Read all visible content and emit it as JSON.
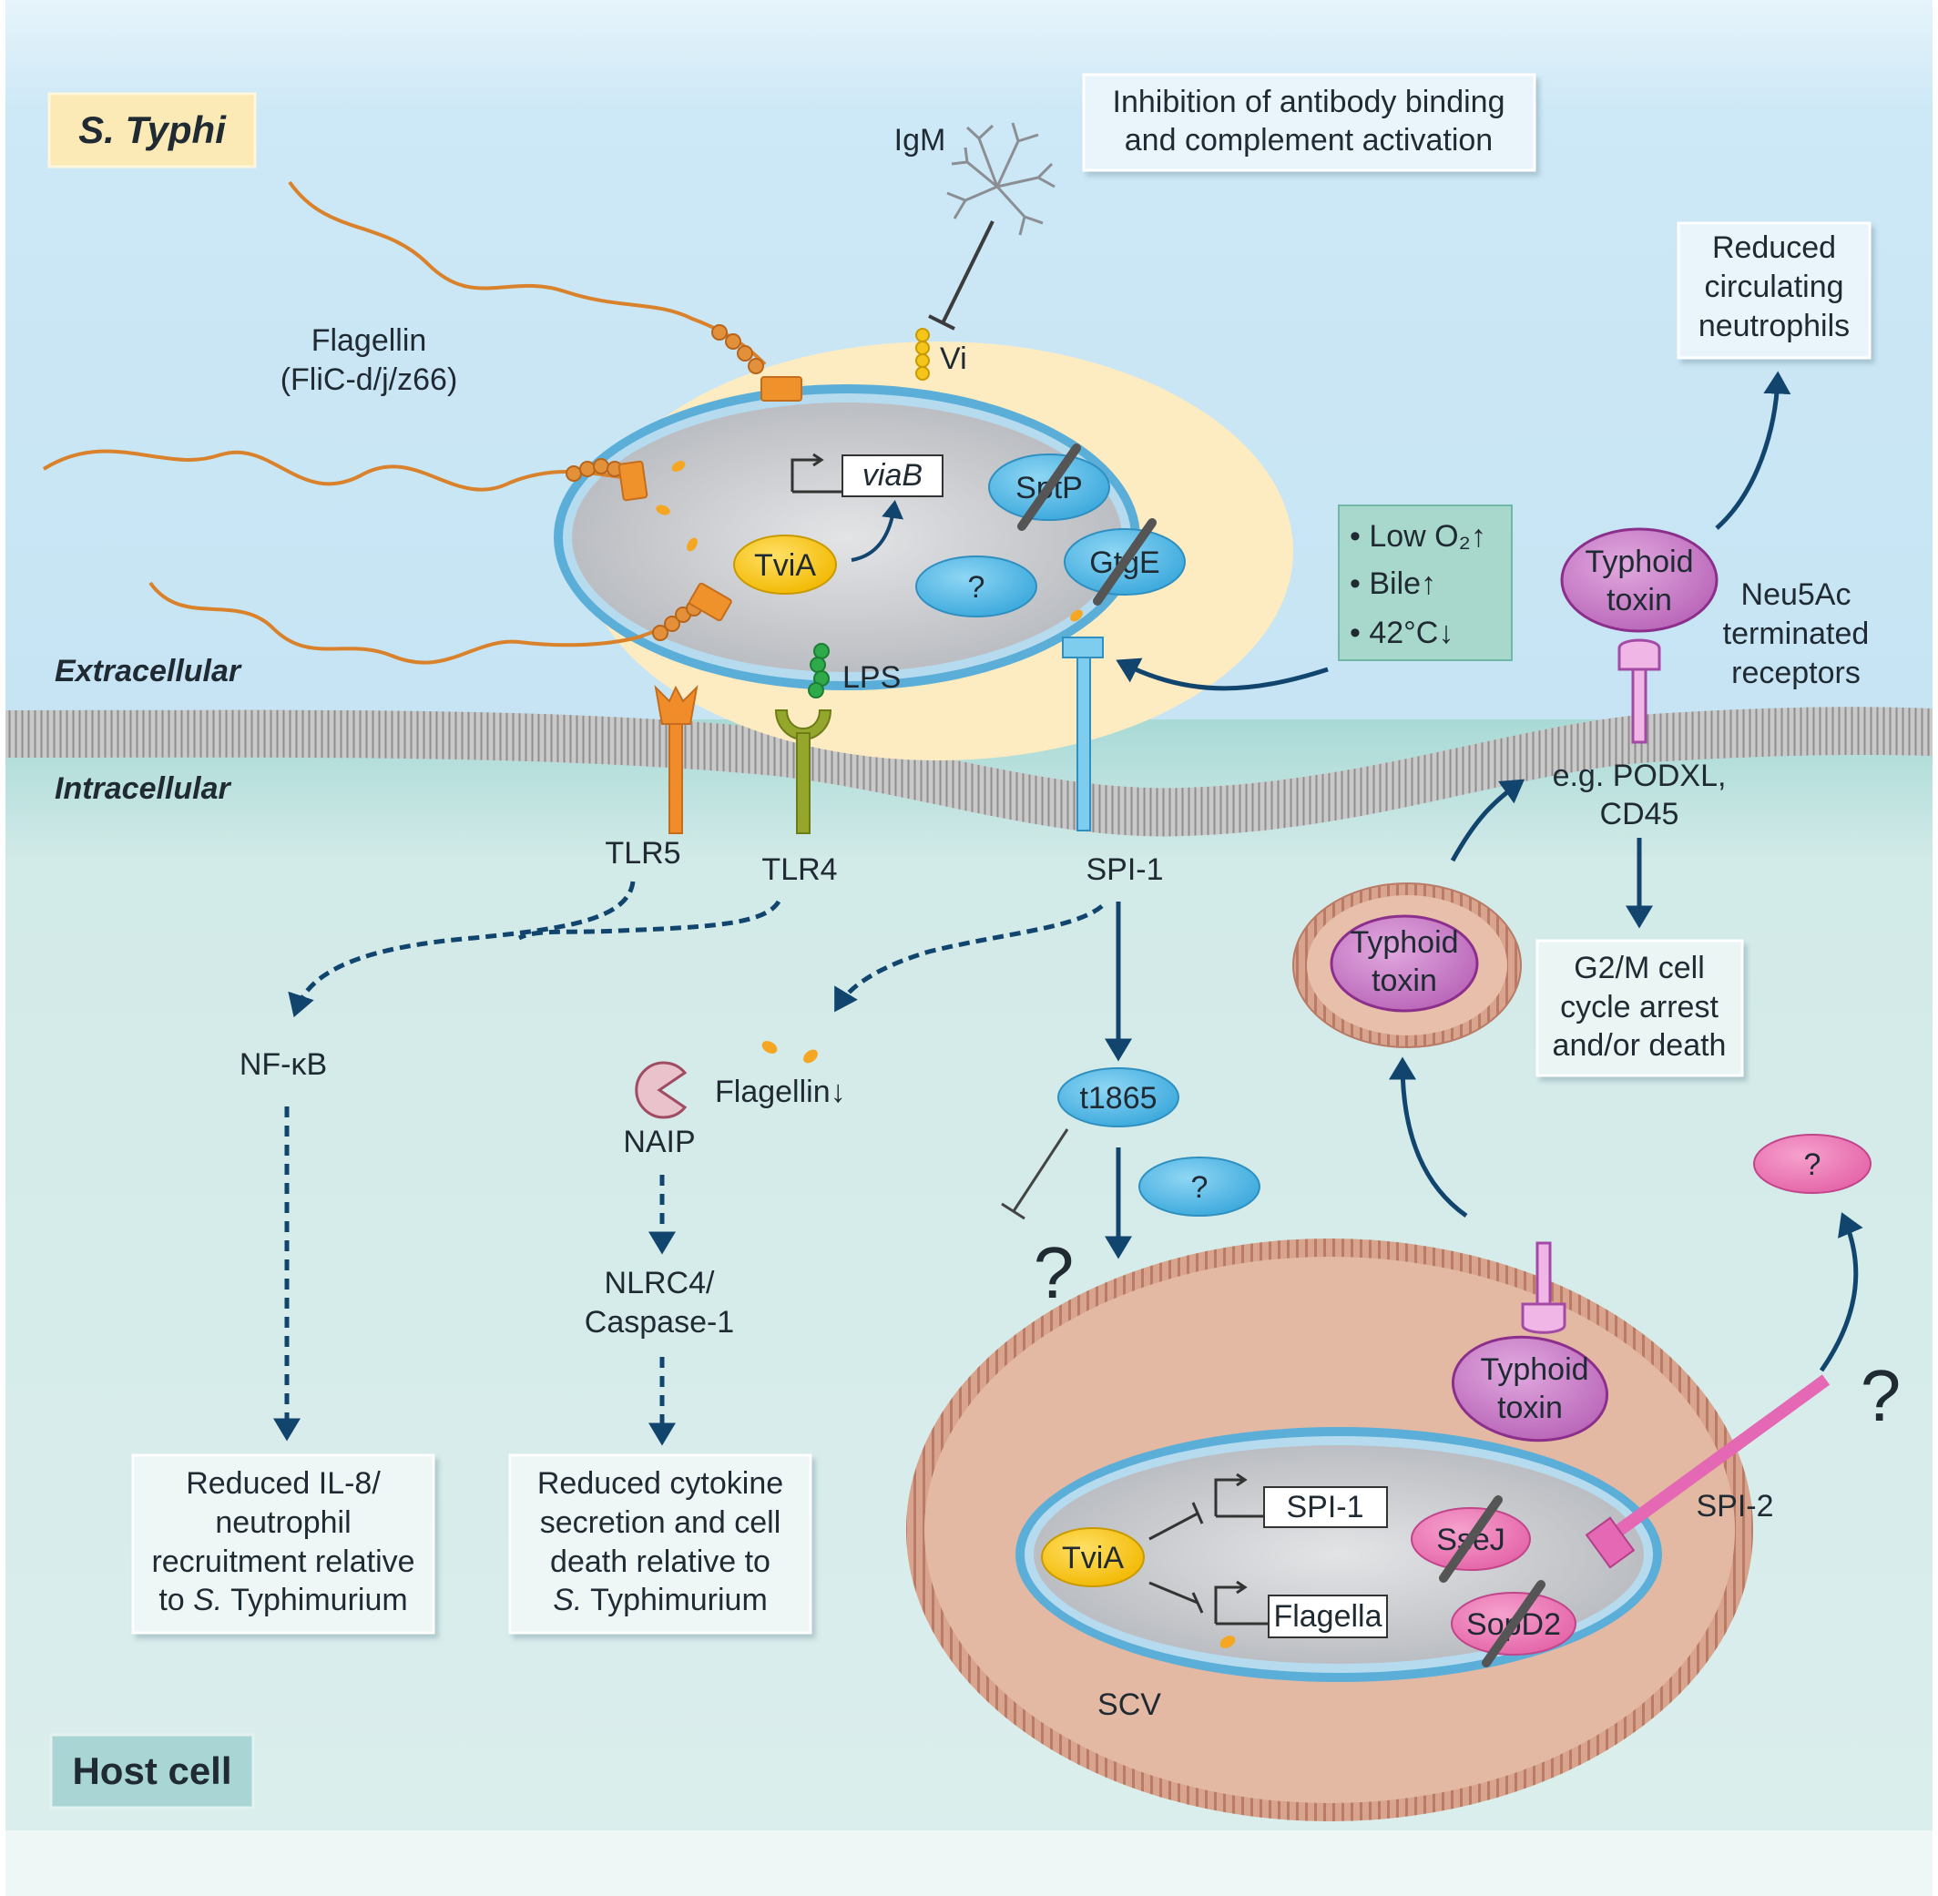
{
  "labels": {
    "organism": "S. Typhi",
    "host_cell": "Host cell",
    "extracellular": "Extracellular",
    "intracellular": "Intracellular",
    "flagellin_line1": "Flagellin",
    "flagellin_line2": "(FliC-d/j/z66)",
    "igm": "IgM",
    "vi": "Vi",
    "lps": "LPS",
    "viab": "viaB",
    "tvia": "TviA",
    "sptp": "SptP",
    "gtge": "GtgE",
    "unknown": "?",
    "tlr5": "TLR5",
    "tlr4": "TLR4",
    "spi1": "SPI-1",
    "nfkb": "NF-κB",
    "naip": "NAIP",
    "flagellin_down": "Flagellin↓",
    "nlrc4_line1": "NLRC4/",
    "nlrc4_line2": "Caspase-1",
    "t1865": "t1865",
    "neu5ac_line1": "Neu5Ac",
    "neu5ac_line2": "terminated",
    "neu5ac_line3": "receptors",
    "podxl_line1": "e.g. PODXL,",
    "podxl_line2": "CD45",
    "typhoid_line1": "Typhoid",
    "typhoid_line2": "toxin",
    "scv": "SCV",
    "spi2": "SPI-2",
    "spi1_gene": "SPI-1",
    "flagella_gene": "Flagella",
    "ssej": "SseJ",
    "sopd2": "SopD2"
  },
  "boxes": {
    "inhibition": [
      "Inhibition of antibody binding",
      "and complement activation"
    ],
    "neutrophils": [
      "Reduced",
      "circulating",
      "neutrophils"
    ],
    "conditions": [
      "• Low O₂↑",
      "• Bile↑",
      "• 42°C↓"
    ],
    "g2m": [
      "G2/M cell",
      "cycle arrest",
      "and/or death"
    ],
    "il8": [
      "Reduced IL-8/",
      "neutrophil",
      "recruitment relative"
    ],
    "il8_last_prefix": "to ",
    "il8_last_italic": "S.",
    "il8_last_suffix": " Typhimurium",
    "cytokine": [
      "Reduced cytokine",
      "secretion and cell",
      "death relative to"
    ],
    "cytokine_last_italic": "S.",
    "cytokine_last_suffix": " Typhimurium"
  },
  "colors": {
    "sky": "#cfe9f6",
    "host": "#d7eceb",
    "capsule": "#fdebc2",
    "flagella": "#d9822b",
    "blue_protein": "#5bbde8",
    "yellow_protein": "#f5c51a",
    "toxin": "#c27ac3",
    "toxin_stroke": "#8c2f8c",
    "arrow": "#12456e",
    "scv": "#e3b9a4",
    "tlr4": "#94a72c"
  }
}
